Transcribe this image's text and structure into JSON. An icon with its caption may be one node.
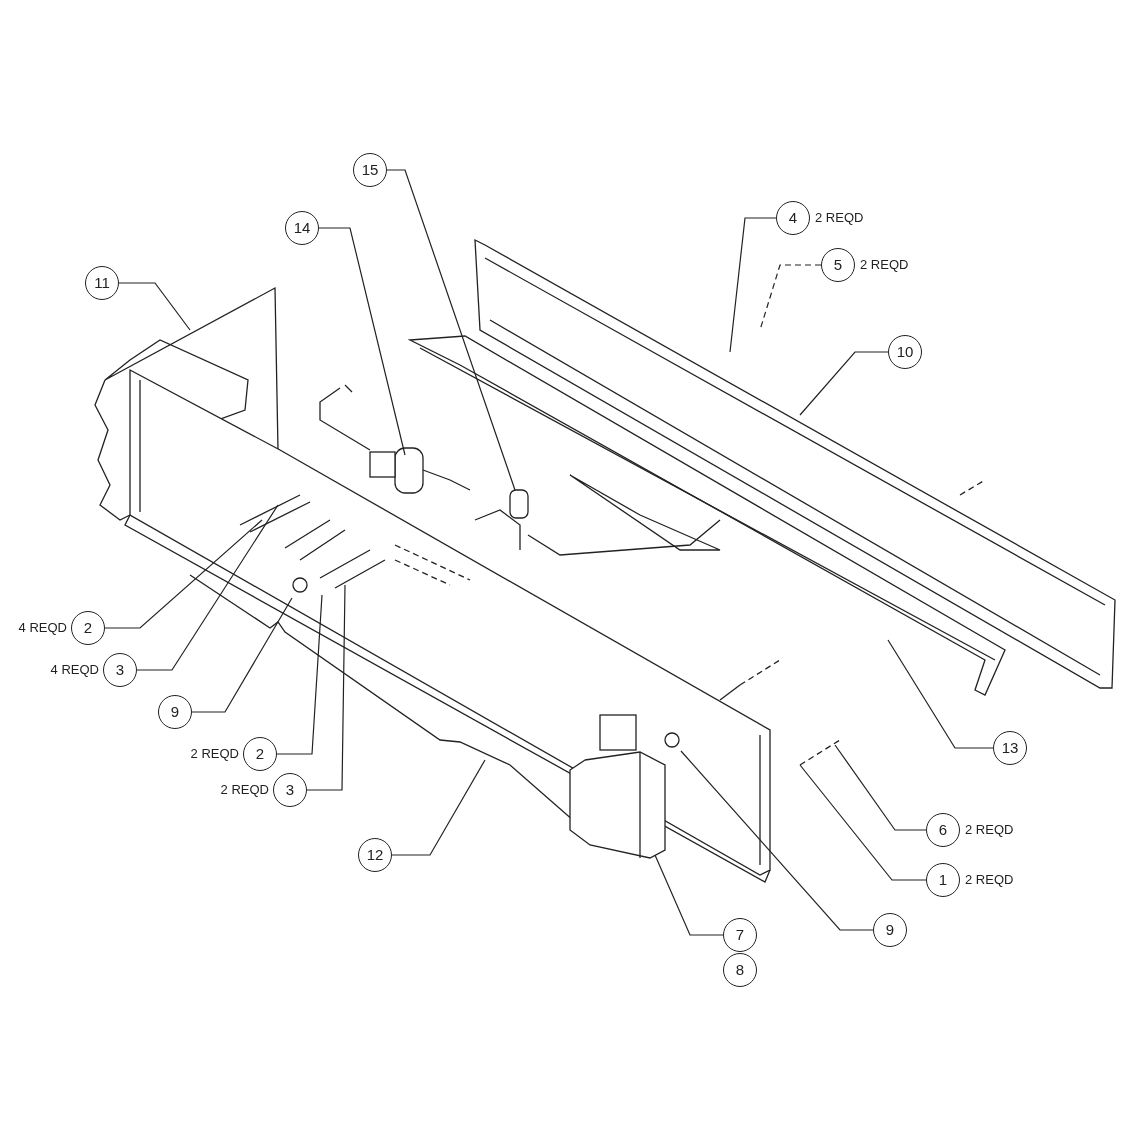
{
  "diagram": {
    "nodes": [
      {
        "text": [
          "15"
        ]
      },
      {
        "text": [
          "4"
        ],
        "beside": [
          "2 REQD"
        ]
      },
      {
        "text": [
          "14"
        ]
      },
      {
        "text": [
          "5"
        ],
        "beside": [
          "2 REQD"
        ]
      },
      {
        "text": [
          "11"
        ]
      },
      {
        "text": [
          "10"
        ]
      },
      {
        "text": [
          "2"
        ],
        "beside": [
          "4 REQD"
        ]
      },
      {
        "text": [
          "3"
        ],
        "beside": [
          "4 REQD"
        ]
      },
      {
        "text": [
          "9"
        ]
      },
      {
        "text": [
          "13"
        ]
      },
      {
        "text": [
          "2"
        ],
        "beside": [
          "2 REQD"
        ]
      },
      {
        "text": [
          "3"
        ],
        "beside": [
          "2 REQD"
        ]
      },
      {
        "text": [
          "6"
        ],
        "beside": [
          "2 REQD"
        ]
      },
      {
        "text": [
          "12"
        ]
      },
      {
        "text": [
          "1"
        ],
        "beside": [
          "2 REQD"
        ]
      },
      {
        "text": [
          "9"
        ]
      },
      {
        "text": [
          "7"
        ]
      },
      {
        "text": [
          "8"
        ]
      }
    ],
    "edges": [
      {
        "from": 0,
        "to": null,
        "arrow": "none"
      },
      {
        "from": 1,
        "to": null,
        "arrow": "none"
      },
      {
        "from": 2,
        "to": null,
        "arrow": "none"
      },
      {
        "from": 3,
        "to": null,
        "arrow": "none",
        "style": "dashed"
      },
      {
        "from": 4,
        "to": null,
        "arrow": "none"
      },
      {
        "from": 5,
        "to": null,
        "arrow": "none"
      },
      {
        "from": 6,
        "to": null,
        "arrow": "none"
      },
      {
        "from": 7,
        "to": null,
        "arrow": "none"
      },
      {
        "from": 8,
        "to": null,
        "arrow": "none"
      },
      {
        "from": 9,
        "to": null,
        "arrow": "none"
      },
      {
        "from": 10,
        "to": null,
        "arrow": "none"
      },
      {
        "from": 11,
        "to": null,
        "arrow": "none"
      },
      {
        "from": 12,
        "to": null,
        "arrow": "none"
      },
      {
        "from": 13,
        "to": null,
        "arrow": "none"
      },
      {
        "from": 14,
        "to": null,
        "arrow": "none"
      },
      {
        "from": 15,
        "to": null,
        "arrow": "none"
      },
      {
        "from": 16,
        "to": null,
        "arrow": "none"
      }
    ]
  }
}
